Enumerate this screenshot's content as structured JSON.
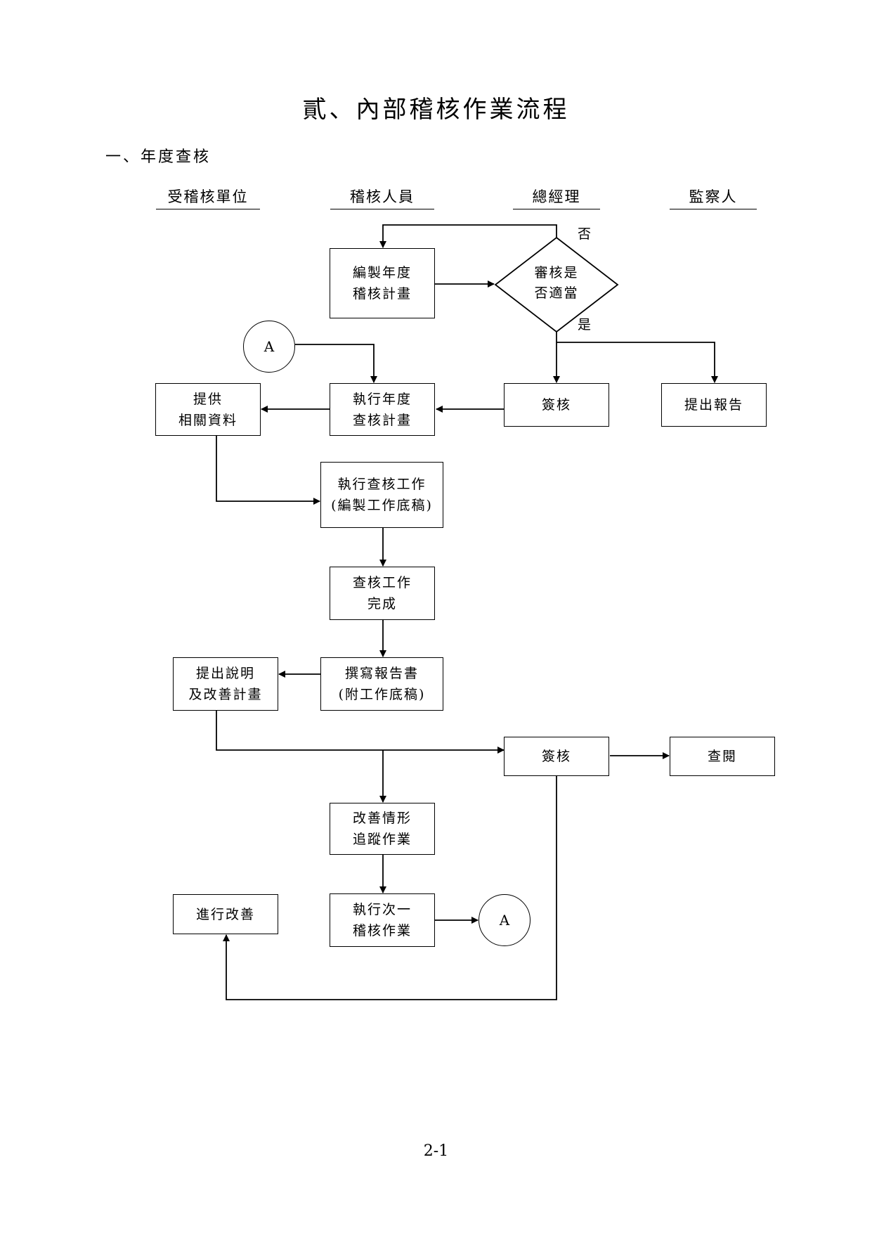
{
  "title": "貳、內部稽核作業流程",
  "section": "一、年度查核",
  "lanes": [
    "受稽核單位",
    "稽核人員",
    "總經理",
    "監察人"
  ],
  "nodes": {
    "prepare_plan": [
      "編製年度",
      "稽核計畫"
    ],
    "review": [
      "審核是",
      "否適當"
    ],
    "connector_top": "A",
    "provide_data": [
      "提供",
      "相關資料"
    ],
    "execute_plan": [
      "執行年度",
      "查核計畫"
    ],
    "sign_off_1": [
      "簽核"
    ],
    "submit_report": [
      "提出報告"
    ],
    "execute_audit": [
      "執行查核工作",
      "(編製工作底稿)"
    ],
    "audit_complete": [
      "查核工作",
      "完成"
    ],
    "explain_improve": [
      "提出說明",
      "及改善計畫"
    ],
    "write_report": [
      "撰寫報告書",
      "(附工作底稿)"
    ],
    "sign_off_2": [
      "簽核"
    ],
    "inspect": [
      "查閱"
    ],
    "followup": [
      "改善情形",
      "追蹤作業"
    ],
    "improve": [
      "進行改善"
    ],
    "next_audit": [
      "執行次一",
      "稽核作業"
    ],
    "connector_bottom": "A"
  },
  "labels": {
    "no": "否",
    "yes": "是"
  },
  "page_number": "2-1"
}
